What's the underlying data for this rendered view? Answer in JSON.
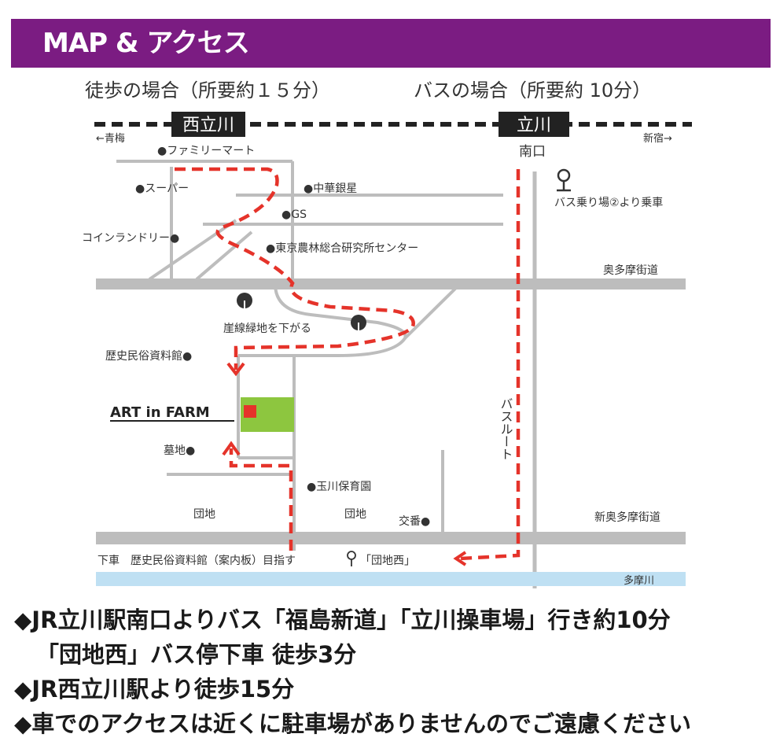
{
  "header": {
    "title": "MAP & アクセス"
  },
  "map": {
    "walk_title": "徒歩の場合（所要約１５分）",
    "bus_title": "バスの場合（所要約 10分）",
    "station_west": "西立川",
    "station_tachikawa": "立川",
    "south_exit": "南口",
    "dir_left": "←青梅",
    "dir_right": "新宿→",
    "labels": {
      "family_mart": "●ファミリーマート",
      "super": "●スーパー",
      "chuka": "●中華銀星",
      "gs": "●GS",
      "coin_laundry": "コインランドリー●",
      "tokyo_agri": "●東京農林総合研究所センター",
      "bus_stop": "バス乗り場②より乗車",
      "okutama_road": "奥多摩街道",
      "green_path": "崖線緑地を下がる",
      "museum": "歴史民俗資料館●",
      "art_in_farm": "ART in FARM",
      "cemetery": "墓地●",
      "nursery": "●玉川保育園",
      "danchi_1": "団地",
      "danchi_2": "団地",
      "koban": "交番●",
      "new_okutama_road": "新奥多摩街道",
      "bus_route": "バスルート",
      "get_off_a": "下車　歴史民俗資料館（案内板）目指す",
      "get_off_b": "「団地西」",
      "tama_river": "多摩川"
    },
    "colors": {
      "route_red": "#e5332a",
      "farm_green": "#8dc63f",
      "river_blue": "#bfe0f3",
      "road_gray": "#bdbdbd"
    }
  },
  "access": {
    "line1": "◆JR立川駅南口よりバス「福島新道」「立川操車場」行き約10分",
    "line2": "「団地西」バス停下車 徒歩3分",
    "line3": "◆JR西立川駅より徒歩15分",
    "line4": "◆車でのアクセスは近くに駐車場がありませんのでご遠慮ください"
  }
}
